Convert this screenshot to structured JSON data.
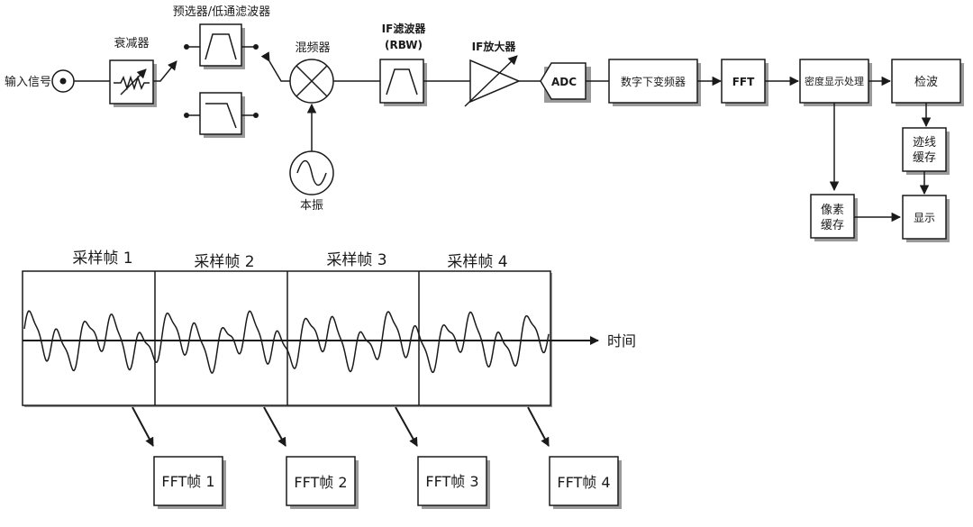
{
  "block_diagram": {
    "input_label": "输入信号",
    "attenuator": "衰减器",
    "preselector": "预选器/低通滤波器",
    "mixer": "混频器",
    "local_oscillator": "本振",
    "if_filter_title": "IF滤波器",
    "if_filter_rbw": "(RBW)",
    "if_amplifier": "IF放大器",
    "adc": "ADC",
    "ddc": "数字下变频器",
    "fft": "FFT",
    "density_processing": "密度显示处理",
    "detector": "检波",
    "trace_buffer_line1": "迹线",
    "trace_buffer_line2": "缓存",
    "pixel_buffer_line1": "像素",
    "pixel_buffer_line2": "缓存",
    "display": "显示"
  },
  "timeline": {
    "time_label": "时间",
    "frames": [
      {
        "label": "采样帧 1",
        "fft": "FFT帧 1"
      },
      {
        "label": "采样帧 2",
        "fft": "FFT帧 2"
      },
      {
        "label": "采样帧 3",
        "fft": "FFT帧 3"
      },
      {
        "label": "采样帧 4",
        "fft": "FFT帧 4"
      }
    ]
  }
}
